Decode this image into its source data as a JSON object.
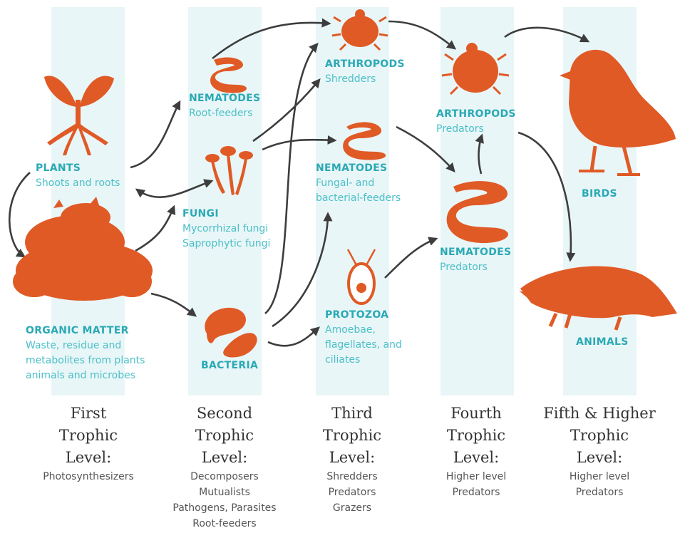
{
  "colors": {
    "organism": "#e05a26",
    "label": "#2aa9b5",
    "band": "#e9f6f7",
    "arrow": "#3d3d3d"
  },
  "nodes": {
    "plants": {
      "title": "PLANTS",
      "desc": [
        "Shoots and roots"
      ],
      "icon": "sprout-icon"
    },
    "organic": {
      "title": "ORGANIC MATTER",
      "desc": [
        "Waste, residue and",
        "metabolites from plants",
        "animals and microbes"
      ],
      "icon": "organic-matter-icon"
    },
    "nem_root": {
      "title": "NEMATODES",
      "desc": [
        "Root-feeders"
      ],
      "icon": "nematode-icon"
    },
    "fungi": {
      "title": "FUNGI",
      "desc": [
        "Mycorrhizal fungi",
        "Saprophytic fungi"
      ],
      "icon": "mushroom-icon"
    },
    "bacteria": {
      "title": "BACTERIA",
      "desc": [],
      "icon": "bacteria-icon"
    },
    "arth_shred": {
      "title": "ARTHROPODS",
      "desc": [
        "Shredders"
      ],
      "icon": "beetle-icon"
    },
    "nem_fungal": {
      "title": "NEMATODES",
      "desc": [
        "Fungal- and",
        "bacterial-feeders"
      ],
      "icon": "nematode-icon"
    },
    "protozoa": {
      "title": "PROTOZOA",
      "desc": [
        "Amoebae,",
        "flagellates, and",
        "ciliates"
      ],
      "icon": "protozoa-icon"
    },
    "arth_pred": {
      "title": "ARTHROPODS",
      "desc": [
        "Predators"
      ],
      "icon": "beetle-icon"
    },
    "nem_pred": {
      "title": "NEMATODES",
      "desc": [
        "Predators"
      ],
      "icon": "nematode-icon"
    },
    "birds": {
      "title": "BIRDS",
      "desc": [],
      "icon": "bird-icon"
    },
    "animals": {
      "title": "ANIMALS",
      "desc": [],
      "icon": "mole-icon"
    }
  },
  "levels": [
    {
      "heading": [
        "First",
        "Trophic",
        "Level:"
      ],
      "sub": [
        "Photosynthesizers"
      ]
    },
    {
      "heading": [
        "Second",
        "Trophic",
        "Level:"
      ],
      "sub": [
        "Decomposers",
        "Mutualists",
        "Pathogens, Parasites",
        "Root-feeders"
      ]
    },
    {
      "heading": [
        "Third",
        "Trophic",
        "Level:"
      ],
      "sub": [
        "Shredders",
        "Predators",
        "Grazers"
      ]
    },
    {
      "heading": [
        "Fourth",
        "Trophic",
        "Level:"
      ],
      "sub": [
        "Higher level",
        "Predators"
      ]
    },
    {
      "heading": [
        "Fifth & Higher",
        "Trophic",
        "Level:"
      ],
      "sub": [
        "Higher level",
        "Predators"
      ]
    }
  ]
}
